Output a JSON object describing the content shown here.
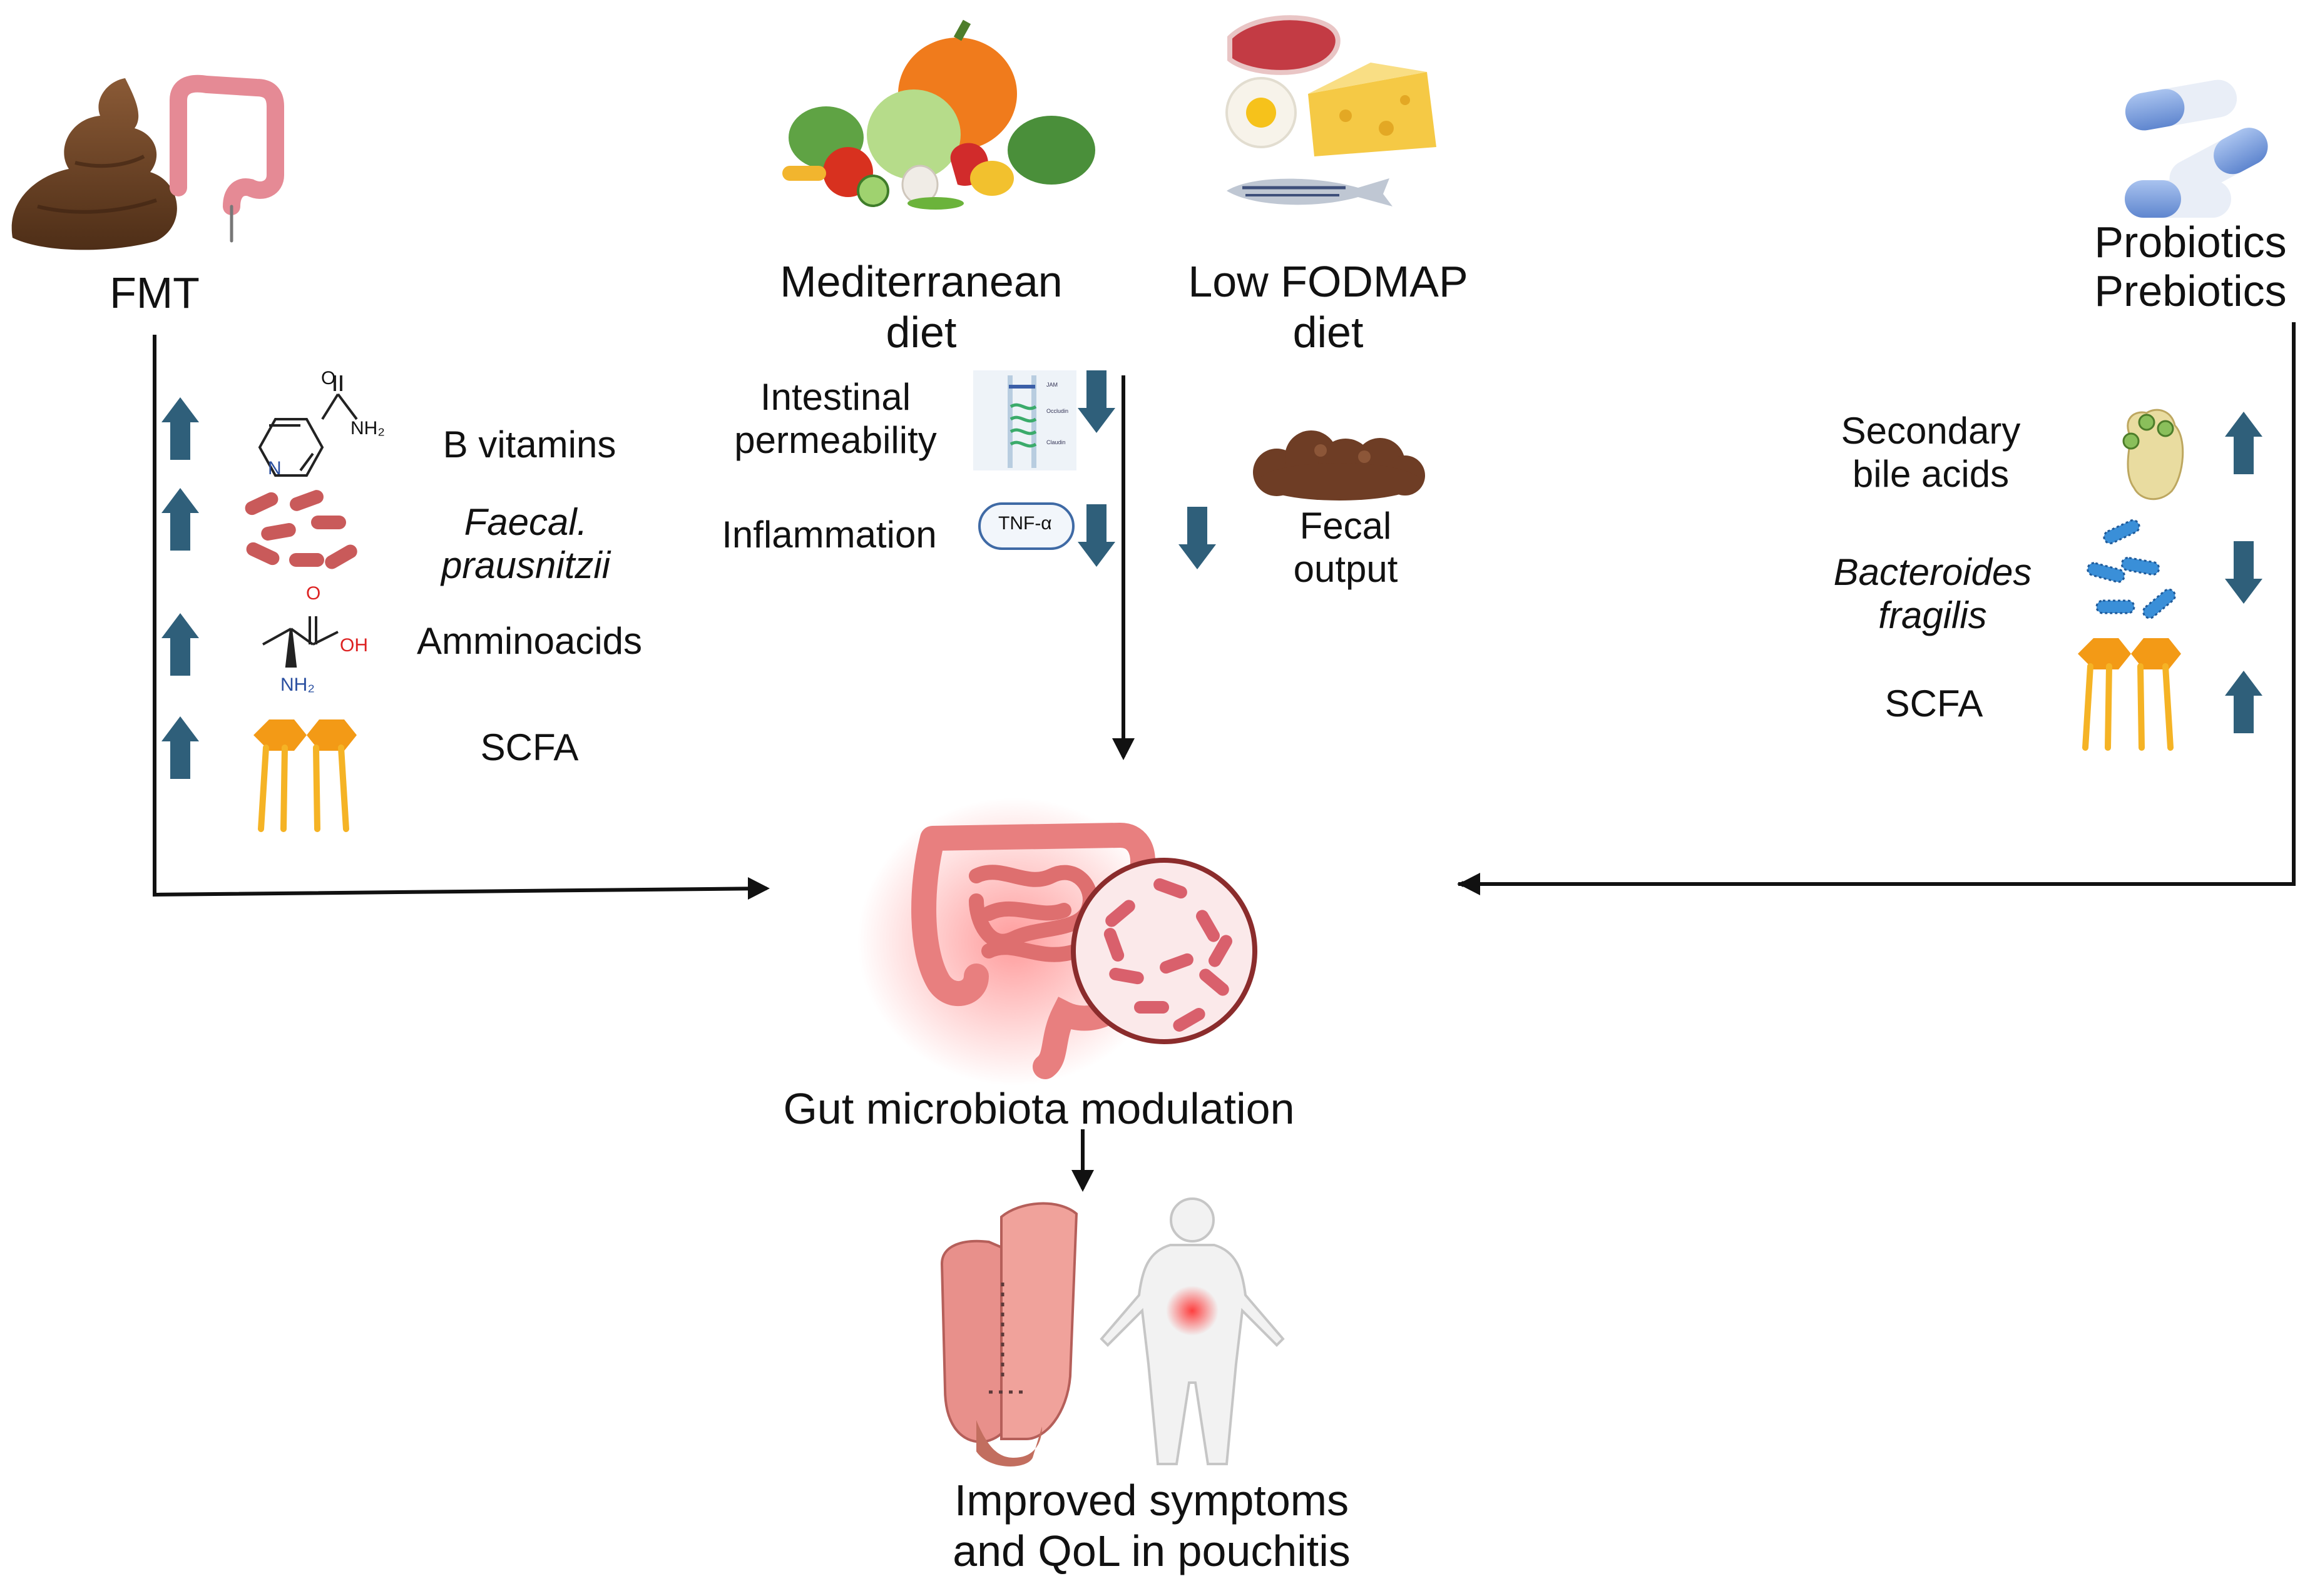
{
  "colors": {
    "up_down_arrow": "#2f5f7a",
    "flow_line": "#111111",
    "scfa_yellow": "#f5b325",
    "scfa_orange": "#f39a16",
    "bacteria_red": "#c95a5a",
    "bacteroides_blue": "#3a8fd8",
    "gut_pink": "#f08a8a"
  },
  "icons": [
    "stool-icon",
    "colon-icon",
    "vegetables-icon",
    "protein-foods-icon",
    "capsules-icon",
    "nicotinamide-structure-icon",
    "rod-bacteria-icon",
    "amino-acid-structure-icon",
    "scfa-micelle-icon",
    "tight-junction-icon",
    "tnf-alpha-icon",
    "fecal-mass-icon",
    "bile-acid-icon",
    "bacteroides-icon",
    "inflamed-gut-icon",
    "microbiota-lens-icon",
    "ileal-pouch-icon",
    "human-body-icon"
  ],
  "fmt": {
    "title": "FMT",
    "items": [
      {
        "label": "B vitamins",
        "direction": "up",
        "italic": false
      },
      {
        "label": "Faecal. prausnitzii",
        "line1": "Faecal.",
        "line2": "prausnitzii",
        "direction": "up",
        "italic": true
      },
      {
        "label": "Amminoacids",
        "direction": "up",
        "italic": false
      },
      {
        "label": "SCFA",
        "direction": "up",
        "italic": false
      }
    ],
    "chem_nicotinamide": {
      "o": "O",
      "nh2": "NH₂",
      "n": "N"
    },
    "chem_amino": {
      "o": "O",
      "oh": "OH",
      "nh2": "NH₂"
    }
  },
  "mediterranean": {
    "title_line1": "Mediterranean",
    "title_line2": "diet",
    "items": [
      {
        "label": "Intestinal permeability",
        "line1": "Intestinal",
        "line2": "permeability",
        "direction": "down"
      },
      {
        "label": "Inflammation",
        "direction": "down"
      }
    ],
    "tight_junction_labels": [
      "JAM",
      "Occludin",
      "Claudin"
    ],
    "tnf_label": "TNF-α"
  },
  "low_fodmap": {
    "title_line1": "Low FODMAP",
    "title_line2": "diet",
    "items": [
      {
        "label": "Fecal output",
        "line1": "Fecal",
        "line2": "output",
        "direction": "down"
      }
    ]
  },
  "pro_prebiotics": {
    "title_line1": "Probiotics",
    "title_line2": "Prebiotics",
    "items": [
      {
        "label": "Secondary bile acids",
        "line1": "Secondary",
        "line2": "bile acids",
        "direction": "up",
        "italic": false
      },
      {
        "label": "Bacteroides fragilis",
        "line1": "Bacteroides",
        "line2": "fragilis",
        "direction": "down",
        "italic": true
      },
      {
        "label": "SCFA",
        "direction": "up",
        "italic": false
      }
    ]
  },
  "center": {
    "label": "Gut microbiota modulation"
  },
  "outcome": {
    "line1": "Improved symptoms",
    "line2": "and QoL in pouchitis"
  }
}
